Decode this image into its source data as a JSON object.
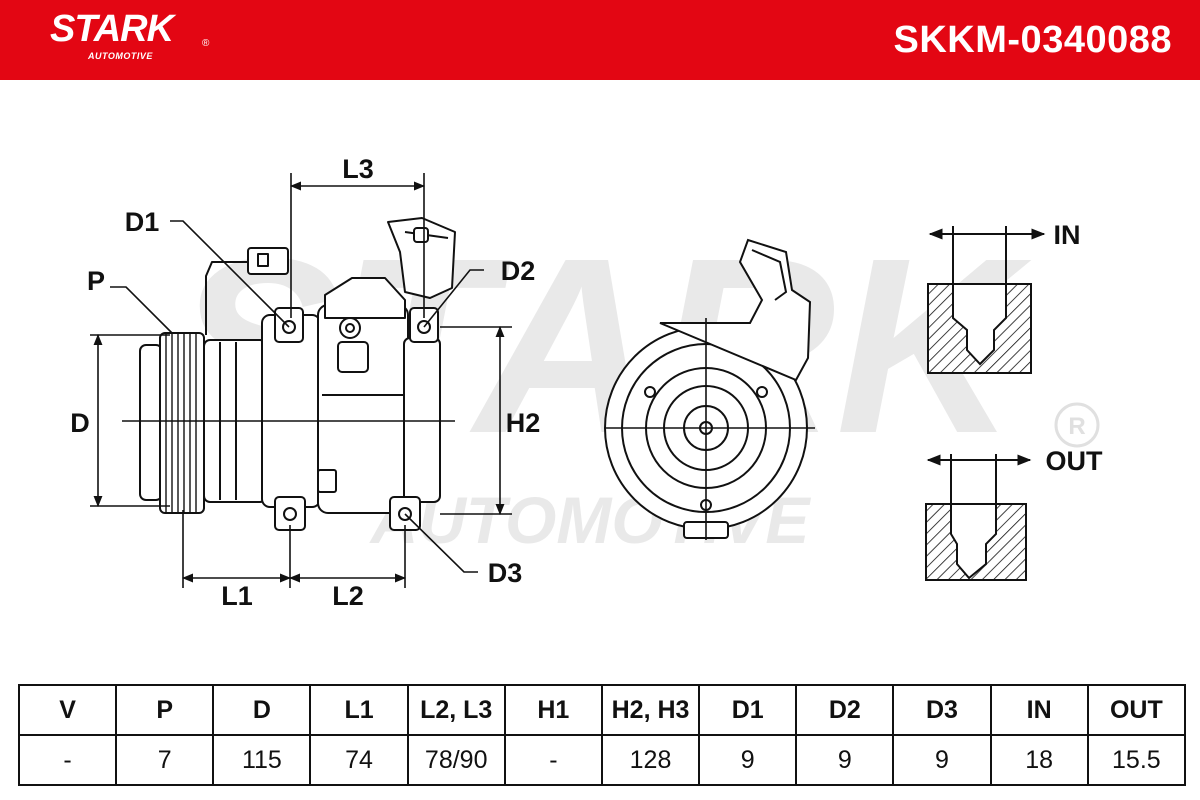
{
  "brand": {
    "name": "STARK",
    "sub": "AUTOMOTIVE",
    "reg": "®"
  },
  "part_number": "SKKM-0340088",
  "colors": {
    "header": "#e30613",
    "ink": "#111111",
    "watermark": "#e9e9e9"
  },
  "watermark": {
    "main": "STARK",
    "sub": "AUTOMOTIVE"
  },
  "diagram_labels": {
    "L3": "L3",
    "D1": "D1",
    "P": "P",
    "D": "D",
    "D2": "D2",
    "H2": "H2",
    "D3": "D3",
    "L1": "L1",
    "L2": "L2",
    "IN": "IN",
    "OUT": "OUT"
  },
  "specs": {
    "headers": [
      "V",
      "P",
      "D",
      "L1",
      "L2, L3",
      "H1",
      "H2, H3",
      "D1",
      "D2",
      "D3",
      "IN",
      "OUT"
    ],
    "values": [
      "-",
      "7",
      "115",
      "74",
      "78/90",
      "-",
      "128",
      "9",
      "9",
      "9",
      "18",
      "15.5"
    ]
  }
}
